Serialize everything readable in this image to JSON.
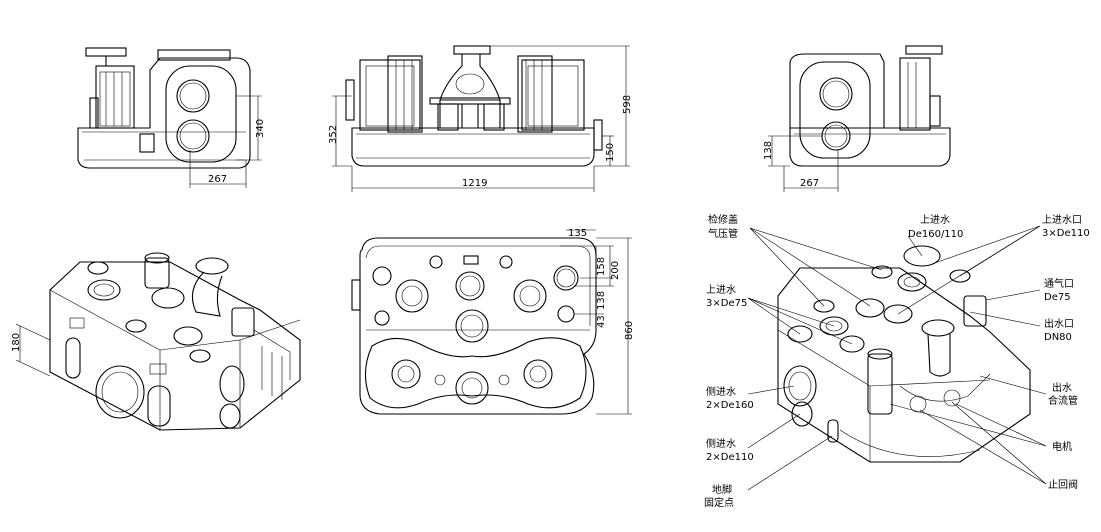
{
  "views": {
    "side_left": {
      "dim_height": "340",
      "dim_width": "267"
    },
    "front": {
      "dim_left_height": "352",
      "dim_right_height": "598",
      "dim_pipe_height": "150",
      "dim_width": "1219"
    },
    "side_right": {
      "dim_height": "138",
      "dim_width": "267"
    },
    "top": {
      "dim_135": "135",
      "dim_158": "158",
      "dim_200": "200",
      "dim_138": "138",
      "dim_43": "43",
      "dim_860": "860"
    },
    "iso_left": {
      "dim_180": "180"
    }
  },
  "callouts": {
    "inspection_cover": {
      "line1": "检修盖",
      "line2": "气压管"
    },
    "top_inlet_center": {
      "line1": "上进水",
      "line2": "De160/110"
    },
    "top_inlet_port": {
      "line1": "上进水口",
      "line2": "3×De110"
    },
    "top_inlet_left": {
      "line1": "上进水",
      "line2": "3×De75"
    },
    "vent": {
      "line1": "通气口",
      "line2": "De75"
    },
    "outlet": {
      "line1": "出水口",
      "line2": "DN80"
    },
    "discharge": {
      "line1": "出水",
      "line2": "合流管"
    },
    "side_inlet_160": {
      "line1": "侧进水",
      "line2": "2×De160"
    },
    "motor": {
      "line1": "电机"
    },
    "side_inlet_110": {
      "line1": "侧进水",
      "line2": "2×De110"
    },
    "check_valve": {
      "line1": "止回阀"
    },
    "anchor": {
      "line1": "地脚",
      "line2": "固定点"
    }
  }
}
